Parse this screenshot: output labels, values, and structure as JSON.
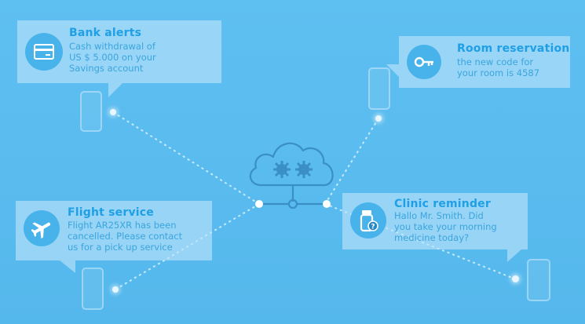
{
  "cards": {
    "bank": {
      "icon": "credit-card-icon",
      "title": "Bank alerts",
      "message": "Cash withdrawal of\nUS $ 5.000 on your\nSavings account"
    },
    "room": {
      "icon": "key-icon",
      "title": "Room reservation",
      "message": "the new code for\nyour room is 4587"
    },
    "flight": {
      "icon": "airplane-icon",
      "title": "Flight service",
      "message": "Flight AR25XR has been\ncancelled. Please contact\nus for a pick up service"
    },
    "clinic": {
      "icon": "medicine-bottle-icon",
      "title": "Clinic reminder",
      "message": "Hallo Mr. Smith. Did\nyou take your morning\nmedicine today?"
    }
  },
  "hub": {
    "icon": "cloud-gears-icon"
  },
  "colors": {
    "background": "#5bbcef",
    "title": "#1f9fe5",
    "card": "#bee4fa",
    "icon_bg": "#47b3ea",
    "hub_stroke": "#3a8fc7"
  }
}
